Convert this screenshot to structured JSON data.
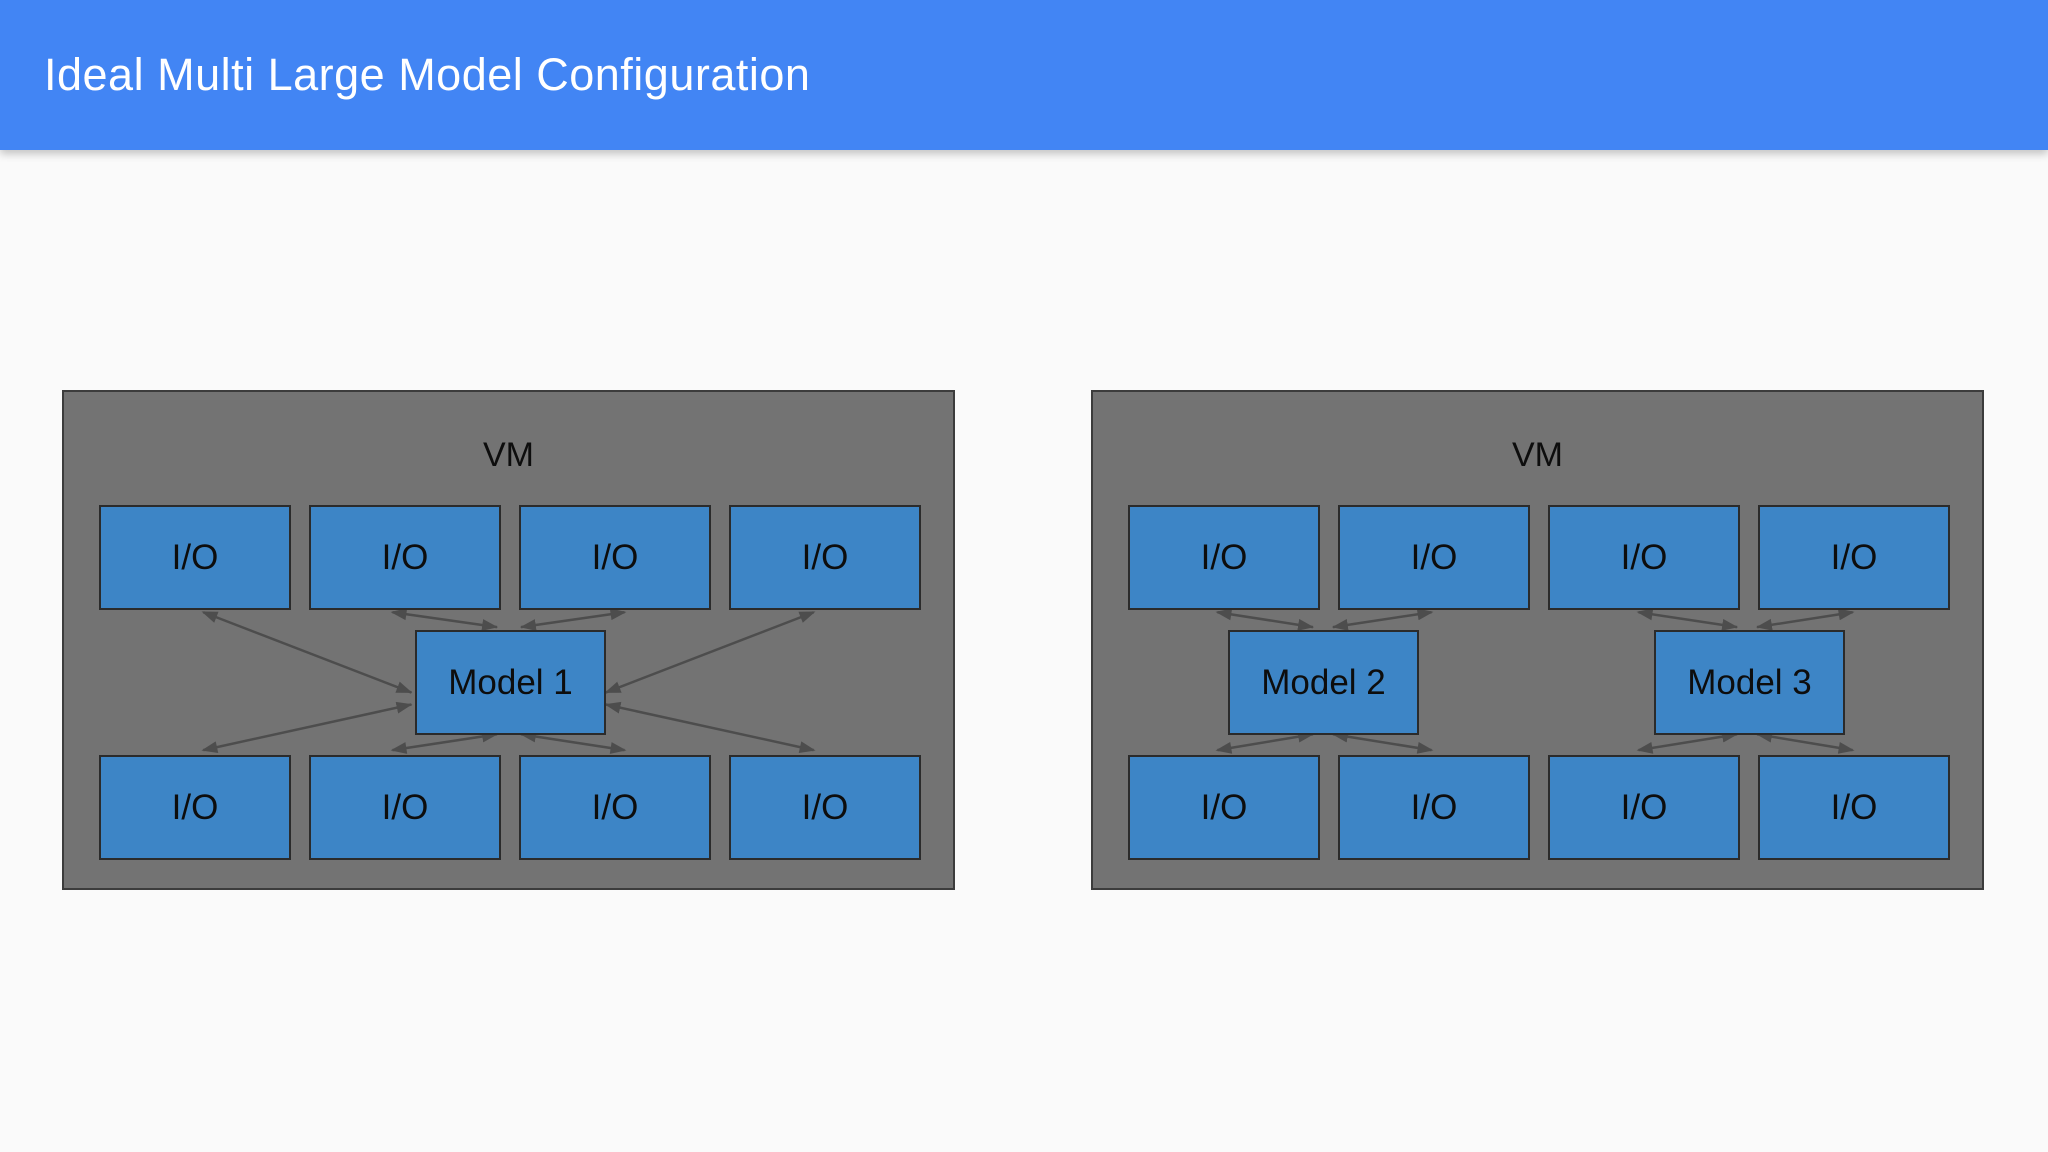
{
  "header": {
    "title": "Ideal Multi Large Model Configuration"
  },
  "colors": {
    "header_bg": "#4285f4",
    "header_text": "#ffffff",
    "page_bg": "#fafafa",
    "vm_fill": "#737373",
    "vm_border": "#3c3c3c",
    "node_fill": "#3d85c6",
    "node_border": "#2b2b2b",
    "node_text": "#0d0d0d",
    "arrow": "#4d4d4d"
  },
  "diagram": {
    "vms": [
      {
        "label": "VM",
        "io_top": [
          "I/O",
          "I/O",
          "I/O",
          "I/O"
        ],
        "io_bottom": [
          "I/O",
          "I/O",
          "I/O",
          "I/O"
        ],
        "models": [
          {
            "label": "Model 1"
          }
        ]
      },
      {
        "label": "VM",
        "io_top": [
          "I/O",
          "I/O",
          "I/O",
          "I/O"
        ],
        "io_bottom": [
          "I/O",
          "I/O",
          "I/O",
          "I/O"
        ],
        "models": [
          {
            "label": "Model 2"
          },
          {
            "label": "Model 3"
          }
        ]
      }
    ]
  }
}
